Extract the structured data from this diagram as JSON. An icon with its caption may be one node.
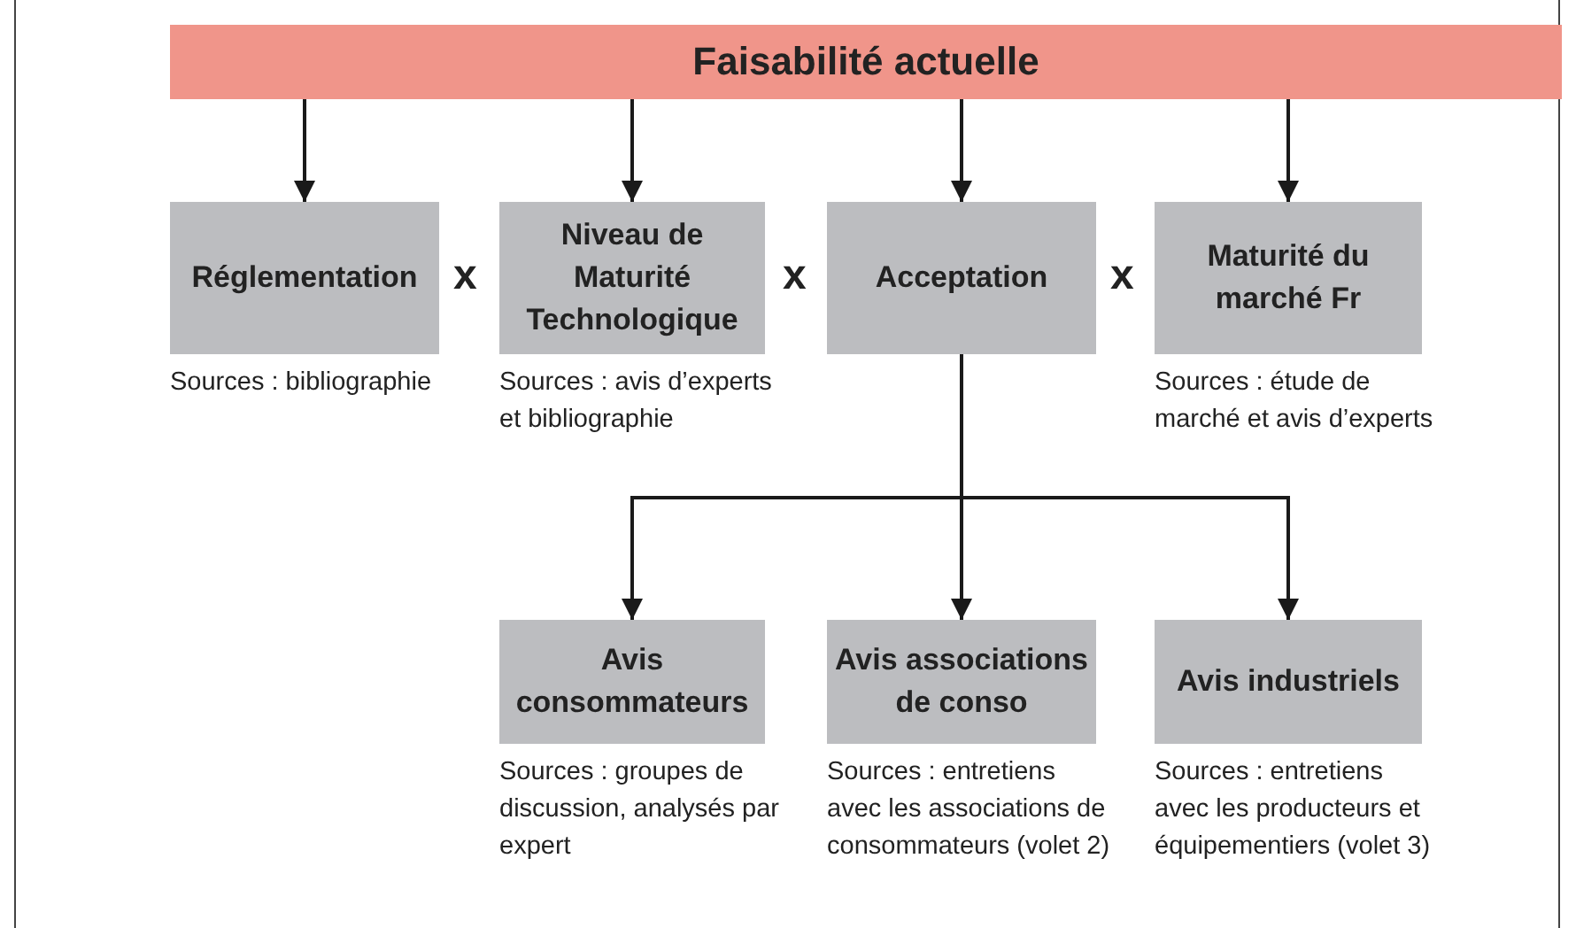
{
  "diagram": {
    "nodes": [
      {
        "text": [
          "Faisabilité actuelle"
        ]
      },
      {
        "text": [
          "Réglementation"
        ],
        "beside": [
          "Sources : bibliographie"
        ]
      },
      {
        "text": [
          "Niveau de Maturité Technologique"
        ],
        "beside": [
          "Sources : avis d’experts et bibliographie"
        ]
      },
      {
        "text": [
          "Acceptation"
        ]
      },
      {
        "text": [
          "Maturité du marché Fr"
        ],
        "beside": [
          "Sources : étude de marché et avis d’experts"
        ]
      },
      {
        "text": [
          "Avis consommateurs"
        ],
        "beside": [
          "Sources : groupes de discussion, analysés par expert"
        ]
      },
      {
        "text": [
          "Avis associations de conso"
        ],
        "beside": [
          "Sources : entretiens avec les associations de consommateurs (volet 2)"
        ]
      },
      {
        "text": [
          "Avis industriels"
        ],
        "beside": [
          "Sources : entretiens avec les producteurs et équipementiers (volet 3)"
        ]
      }
    ],
    "edges": [
      {
        "from": 0,
        "to": 1,
        "arrow": "to"
      },
      {
        "from": 0,
        "to": 2,
        "arrow": "to"
      },
      {
        "from": 0,
        "to": 3,
        "arrow": "to"
      },
      {
        "from": 0,
        "to": 4,
        "arrow": "to"
      },
      {
        "from": 3,
        "to": 5,
        "arrow": "to"
      },
      {
        "from": 3,
        "to": 6,
        "arrow": "to"
      },
      {
        "from": 3,
        "to": 7,
        "arrow": "to"
      }
    ],
    "labels": [
      "x",
      "x",
      "x"
    ]
  }
}
